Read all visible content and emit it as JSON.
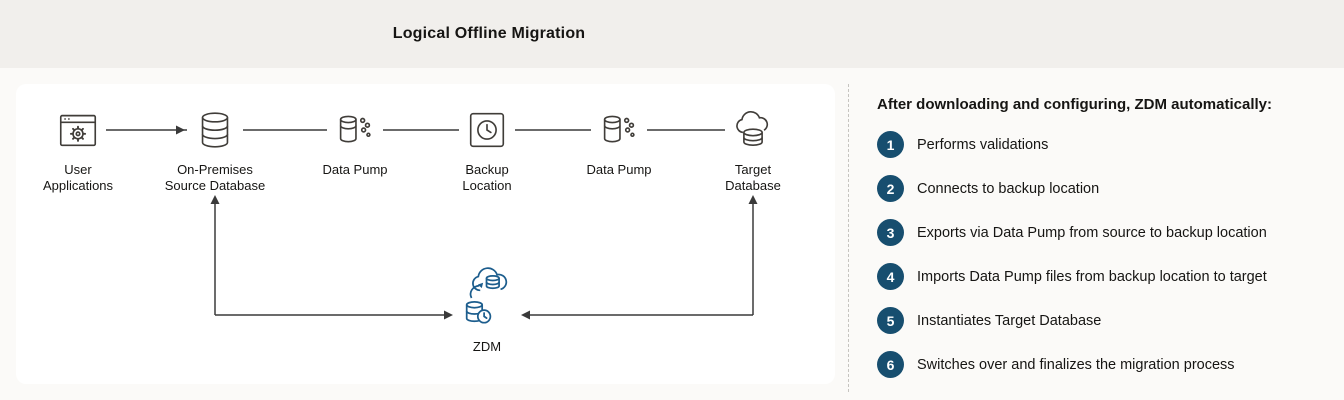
{
  "header": {
    "title": "Logical Offline Migration"
  },
  "diagram": {
    "nodes": [
      {
        "label": "User Applications",
        "icon": "app-window-icon"
      },
      {
        "label": "On-Premises Source Database",
        "icon": "database-icon"
      },
      {
        "label": "Data Pump",
        "icon": "data-pump-icon"
      },
      {
        "label": "Backup Location",
        "icon": "backup-clock-icon"
      },
      {
        "label": "Data Pump",
        "icon": "data-pump-icon"
      },
      {
        "label": "Target Database",
        "icon": "cloud-database-icon"
      }
    ],
    "zdm": {
      "label": "ZDM",
      "icon": "zdm-cloud-sync-icon"
    }
  },
  "panel": {
    "heading": "After downloading and configuring, ZDM automatically:",
    "steps": [
      {
        "num": "1",
        "text": "Performs validations"
      },
      {
        "num": "2",
        "text": "Connects to backup location"
      },
      {
        "num": "3",
        "text": "Exports via Data Pump from source to backup location"
      },
      {
        "num": "4",
        "text": "Imports Data Pump files from backup location to target"
      },
      {
        "num": "5",
        "text": "Instantiates Target Database"
      },
      {
        "num": "6",
        "text": "Switches over and finalizes the migration process"
      }
    ]
  },
  "colors": {
    "badge": "#174E6F",
    "zdm_blue": "#1C5D8D",
    "line": "#3A3A3A",
    "header_bg": "#F1EFEC",
    "text": "#161513"
  }
}
